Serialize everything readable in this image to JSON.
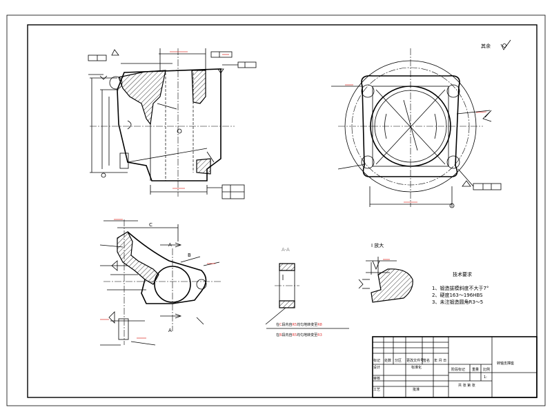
{
  "drawing": {
    "surface_finish_note": "其余",
    "section_label": "A-A",
    "enlarged_view_label": "I 放大",
    "view_marks": {
      "c": "C",
      "a_top": "A",
      "b": "B",
      "a_bottom": "A"
    },
    "radius_notes": [
      {
        "pre": "在",
        "mark": "C",
        "mid": "段内自",
        "from": "R5",
        "post": "均匀地转变至",
        "to": "R8"
      },
      {
        "pre": "在",
        "mark": "B",
        "mid": "段内自",
        "from": "R5",
        "post": "均匀地转变至",
        "to": "R3"
      }
    ],
    "technical_requirements": {
      "heading": "技术要求",
      "items": [
        "1、锻造拔模斜度不大于7°",
        "2、硬度163～196HBS",
        "3、未注锻造圆角R3～5"
      ]
    },
    "title_block": {
      "part_name": "转轴支撑座",
      "labels": [
        "标记",
        "处数",
        "分区",
        "更改文件号",
        "签名",
        "年 月 日",
        "设计",
        "标准化",
        "审核",
        "工艺",
        "批准",
        "阶段标记",
        "重量",
        "比例",
        "共 张 第 张"
      ],
      "ratio_value": "1:"
    }
  }
}
